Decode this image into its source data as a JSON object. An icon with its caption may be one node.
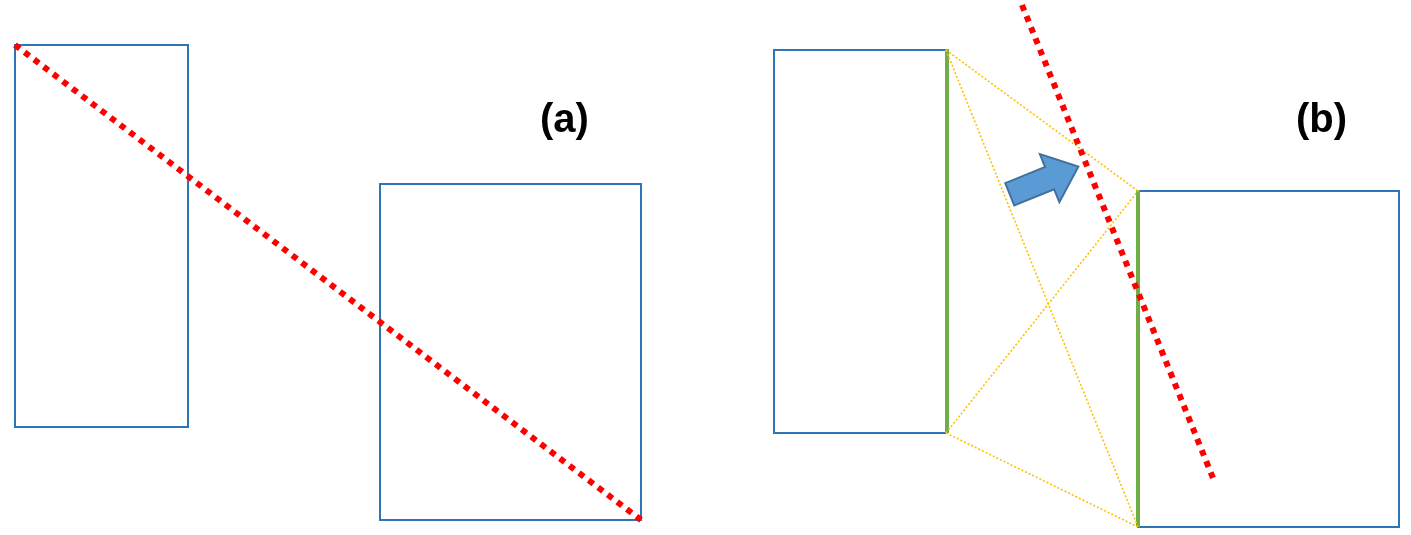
{
  "diagram": {
    "nodes": [
      {
        "text": [],
        "shape": "box"
      },
      {
        "text": [],
        "shape": "box"
      },
      {
        "text": [],
        "shape": "box"
      },
      {
        "text": [],
        "shape": "box"
      }
    ],
    "edges": [
      {
        "from": 0,
        "to": 1,
        "arrow": "none",
        "style": "dashed",
        "color": "#ff0000"
      },
      {
        "from": 2,
        "to": 3,
        "arrow": "none",
        "style": "dashed",
        "color": "#ffc000"
      },
      {
        "from": 2,
        "to": 3,
        "arrow": "none",
        "style": "dashed",
        "color": "#ffc000"
      },
      {
        "from": 2,
        "to": 3,
        "arrow": "none",
        "style": "dashed",
        "color": "#ffc000"
      },
      {
        "from": 2,
        "to": 3,
        "arrow": "none",
        "style": "dashed",
        "color": "#ffc000"
      }
    ],
    "labels": [
      "(a)",
      "(b)"
    ]
  }
}
